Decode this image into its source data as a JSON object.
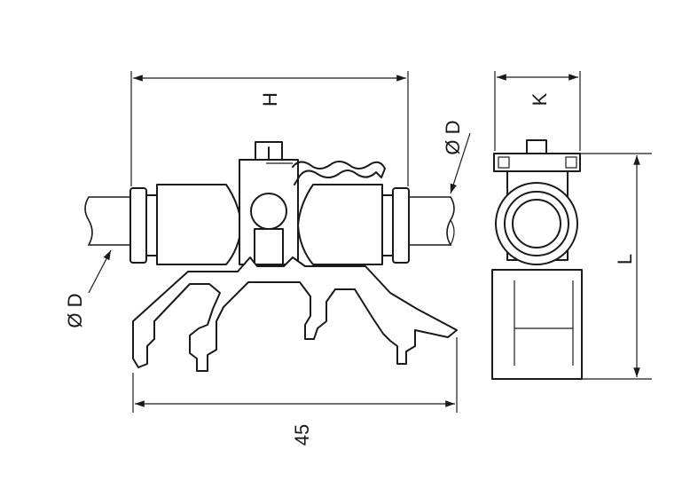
{
  "diagram": {
    "labels": {
      "h": "H",
      "k": "K",
      "l": "L",
      "width": "45",
      "d_right": "Ø D",
      "d_left": "Ø D"
    }
  }
}
